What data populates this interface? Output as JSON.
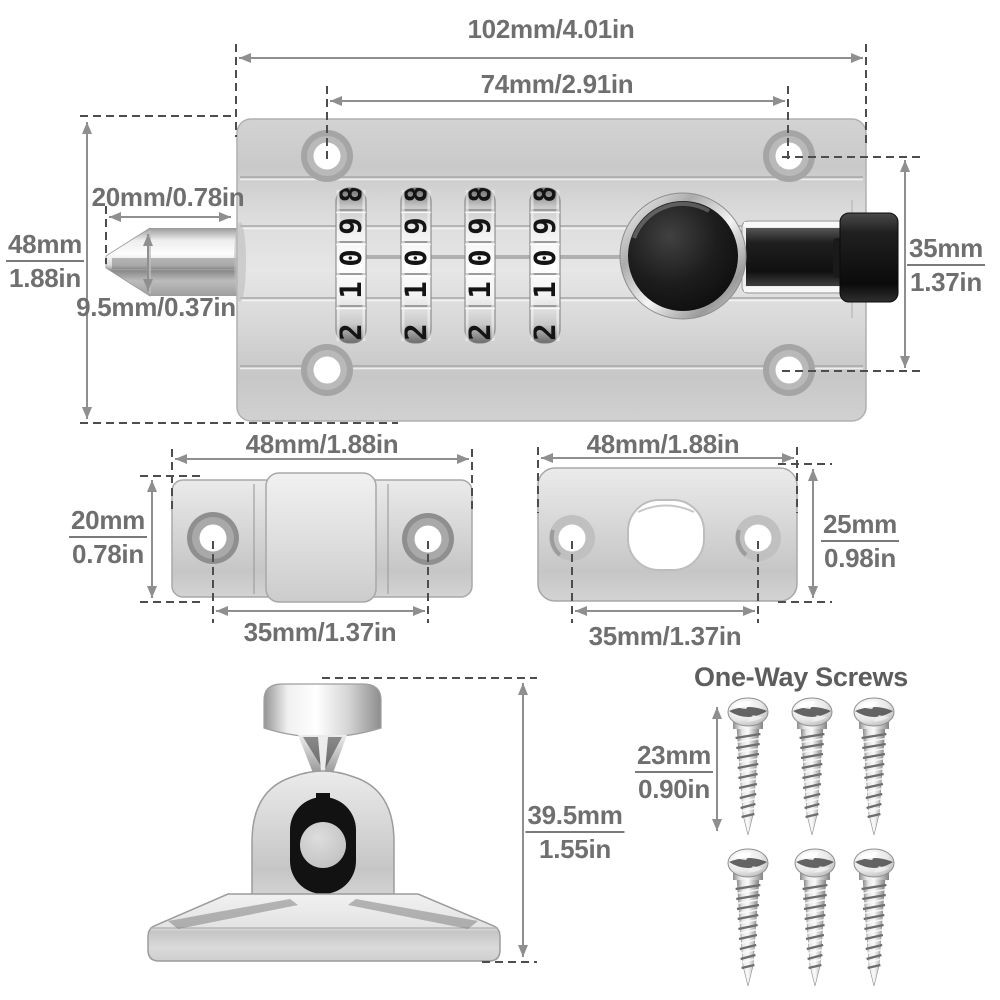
{
  "diagram": {
    "background": "#ffffff",
    "text_color": "#6f6f6f",
    "arrow_color": "#8f8f8f",
    "dash_color": "#4d4d4d",
    "metal_color": "#d6d6d6",
    "latch_color": "#111111"
  },
  "lock": {
    "dial_count": 4,
    "dial_digits": [
      "8",
      "9",
      "0",
      "1",
      "2"
    ],
    "width_label": "102mm/4.01in",
    "hole_span_label": "74mm/2.91in",
    "height_mm": "48mm",
    "height_in": "1.88in",
    "bolt_length_label": "20mm/0.78in",
    "bolt_diameter_label": "9.5mm/0.37in",
    "hole_vspan_mm": "35mm",
    "hole_vspan_in": "1.37in"
  },
  "keeper": {
    "width_label": "48mm/1.88in",
    "height_mm": "20mm",
    "height_in": "0.78in",
    "hole_span_label": "35mm/1.37in"
  },
  "strike_plate": {
    "width_label": "48mm/1.88in",
    "height_mm": "25mm",
    "height_in": "0.98in",
    "hole_span_label": "35mm/1.37in"
  },
  "side_view": {
    "height_mm": "39.5mm",
    "height_in": "1.55in"
  },
  "screws": {
    "title": "One-Way Screws",
    "length_mm": "23mm",
    "length_in": "0.90in",
    "count": 6
  }
}
